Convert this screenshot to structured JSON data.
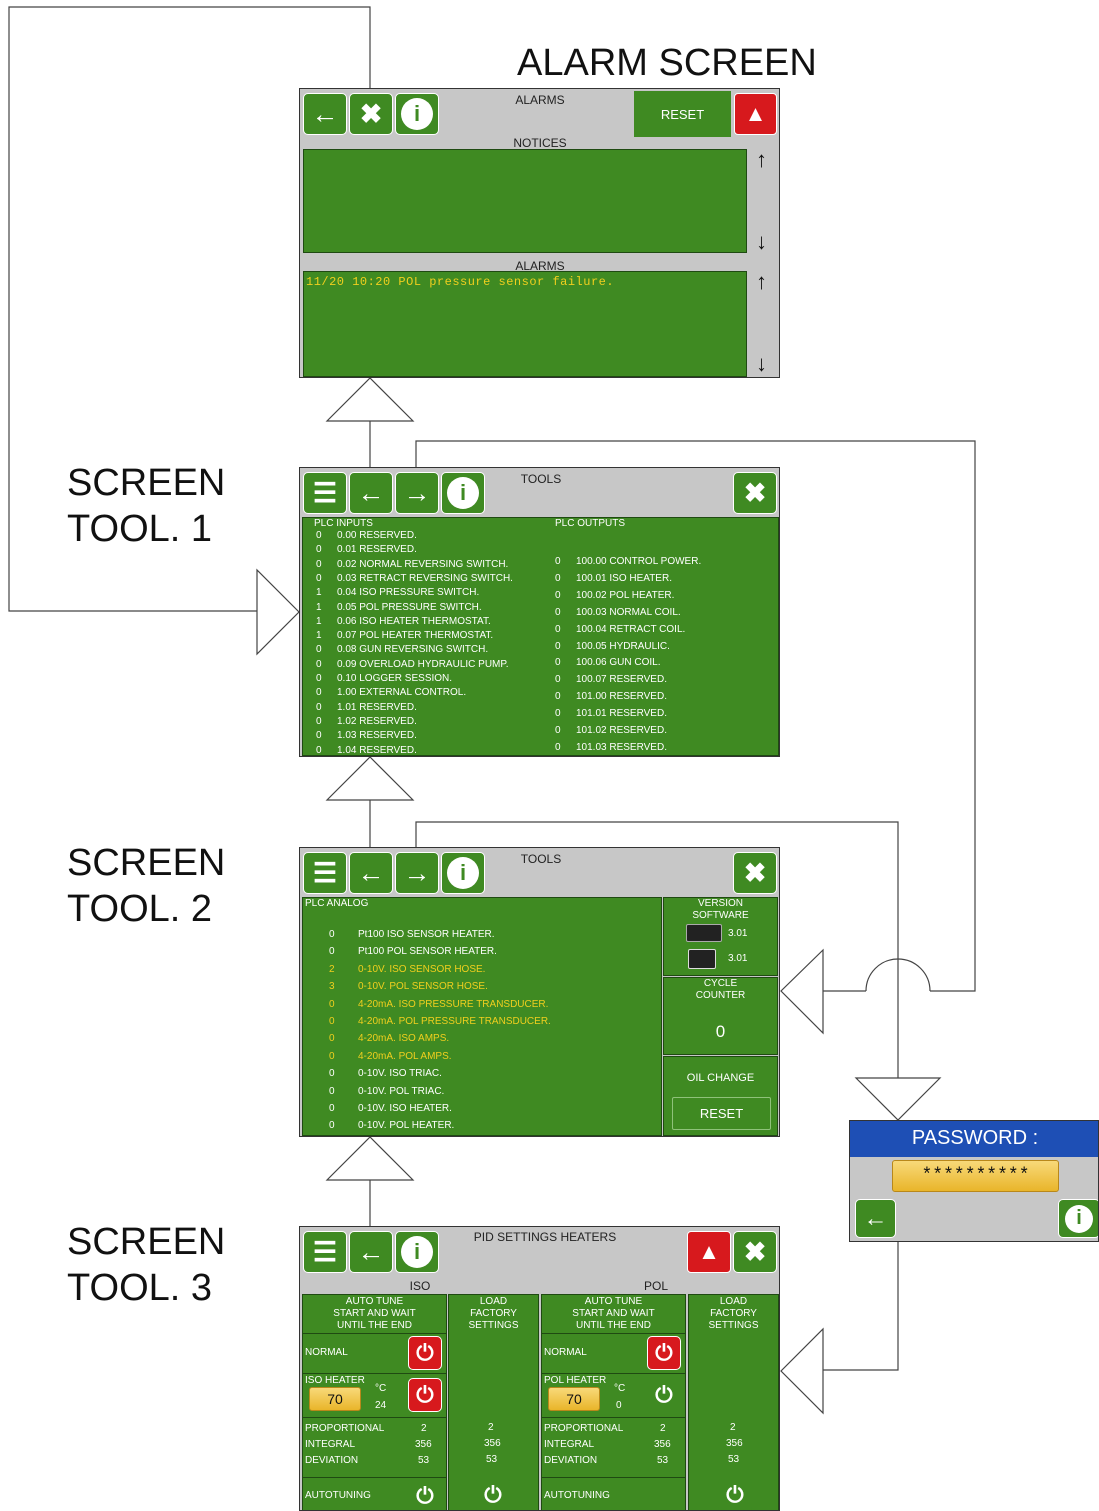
{
  "labels": {
    "alarm_screen": "ALARM SCREEN",
    "tool1": "SCREEN\nTOOL. 1",
    "tool2": "SCREEN\nTOOL. 2",
    "tool3": "SCREEN\nTOOL. 3"
  },
  "alarm": {
    "title": "ALARMS",
    "reset": "RESET",
    "notices_title": "NOTICES",
    "alarms_title": "ALARMS",
    "alarm_line": "11/20  10:20  POL  pressure  sensor  failure."
  },
  "tool1": {
    "title": "TOOLS",
    "inputs_title": "PLC INPUTS",
    "outputs_title": "PLC OUTPUTS",
    "inputs": [
      {
        "val": "0",
        "name": "0.00 RESERVED."
      },
      {
        "val": "0",
        "name": "0.01 RESERVED."
      },
      {
        "val": "0",
        "name": "0.02 NORMAL REVERSING SWITCH."
      },
      {
        "val": "0",
        "name": "0.03 RETRACT REVERSING SWITCH."
      },
      {
        "val": "1",
        "name": "0.04 ISO PRESSURE SWITCH."
      },
      {
        "val": "1",
        "name": "0.05 POL PRESSURE SWITCH."
      },
      {
        "val": "1",
        "name": "0.06 ISO HEATER THERMOSTAT."
      },
      {
        "val": "1",
        "name": "0.07 POL HEATER THERMOSTAT."
      },
      {
        "val": "0",
        "name": "0.08 GUN REVERSING SWITCH."
      },
      {
        "val": "0",
        "name": "0.09 OVERLOAD HYDRAULIC PUMP."
      },
      {
        "val": "0",
        "name": "0.10 LOGGER SESSION."
      },
      {
        "val": "0",
        "name": "1.00 EXTERNAL CONTROL."
      },
      {
        "val": "0",
        "name": "1.01 RESERVED."
      },
      {
        "val": "0",
        "name": "1.02 RESERVED."
      },
      {
        "val": "0",
        "name": "1.03 RESERVED."
      },
      {
        "val": "0",
        "name": "1.04 RESERVED."
      }
    ],
    "outputs": [
      {
        "val": "0",
        "name": "100.00 CONTROL POWER."
      },
      {
        "val": "0",
        "name": "100.01 ISO HEATER."
      },
      {
        "val": "0",
        "name": "100.02 POL HEATER."
      },
      {
        "val": "0",
        "name": "100.03 NORMAL COIL."
      },
      {
        "val": "0",
        "name": "100.04 RETRACT COIL."
      },
      {
        "val": "0",
        "name": "100.05 HYDRAULIC."
      },
      {
        "val": "0",
        "name": "100.06 GUN COIL."
      },
      {
        "val": "0",
        "name": "100.07 RESERVED."
      },
      {
        "val": "0",
        "name": "101.00 RESERVED."
      },
      {
        "val": "0",
        "name": "101.01 RESERVED."
      },
      {
        "val": "0",
        "name": "101.02 RESERVED."
      },
      {
        "val": "0",
        "name": "101.03 RESERVED."
      }
    ]
  },
  "tool2": {
    "title": "TOOLS",
    "analog_title": "PLC ANALOG",
    "analog": [
      {
        "val": "0",
        "name": "Pt100 ISO SENSOR HEATER.",
        "hl": false
      },
      {
        "val": "0",
        "name": "Pt100 POL SENSOR HEATER.",
        "hl": false
      },
      {
        "val": "2",
        "name": "0-10V. ISO SENSOR HOSE.",
        "hl": true
      },
      {
        "val": "3",
        "name": "0-10V. POL SENSOR HOSE.",
        "hl": true
      },
      {
        "val": "0",
        "name": "4-20mA. ISO PRESSURE TRANSDUCER.",
        "hl": true
      },
      {
        "val": "0",
        "name": "4-20mA. POL PRESSURE TRANSDUCER.",
        "hl": true
      },
      {
        "val": "0",
        "name": "4-20mA. ISO AMPS.",
        "hl": true
      },
      {
        "val": "0",
        "name": "4-20mA. POL AMPS.",
        "hl": true
      },
      {
        "val": "0",
        "name": "0-10V. ISO TRIAC.",
        "hl": false
      },
      {
        "val": "0",
        "name": "0-10V. POL TRIAC.",
        "hl": false
      },
      {
        "val": "0",
        "name": "0-10V. ISO HEATER.",
        "hl": false
      },
      {
        "val": "0",
        "name": "0-10V. POL HEATER.",
        "hl": false
      }
    ],
    "version_title": "VERSION\nSOFTWARE",
    "version1": "3.01",
    "version2": "3.01",
    "cycle_title": "CYCLE\nCOUNTER",
    "cycle_value": "0",
    "oil_change": "OIL CHANGE",
    "reset": "RESET"
  },
  "tool3": {
    "title": "PID SETTINGS HEATERS",
    "iso_label": "ISO",
    "pol_label": "POL",
    "auto_tune": "AUTO TUNE\nSTART AND WAIT\nUNTIL THE END",
    "load_factory": "LOAD\nFACTORY\nSETTINGS",
    "normal": "NORMAL",
    "iso_heater": "ISO HEATER",
    "pol_heater": "POL HEATER",
    "iso_setpoint": "70",
    "iso_actual": "24",
    "pol_setpoint": "70",
    "pol_actual": "0",
    "unit": "°C",
    "proportional": "PROPORTIONAL",
    "integral": "INTEGRAL",
    "deviation": "DEVIATION",
    "autotuning": "AUTOTUNING",
    "iso_vals": [
      "2",
      "356",
      "53"
    ],
    "iso_factory_vals": [
      "2",
      "356",
      "53"
    ],
    "pol_vals": [
      "2",
      "356",
      "53"
    ],
    "pol_factory_vals": [
      "2",
      "356",
      "53"
    ]
  },
  "password": {
    "title": "PASSWORD :",
    "value": "**********"
  }
}
